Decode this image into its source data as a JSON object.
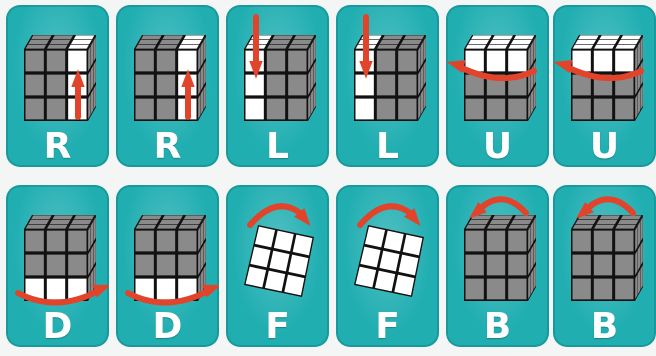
{
  "colors": {
    "card": "#20aeb1",
    "cube_face": "#8a8a8a",
    "white_face": "#ffffff",
    "edge": "#111111",
    "arrow": "#e1442a",
    "letter": "#ffffff"
  },
  "moves": [
    {
      "letter": "R",
      "cube": "side-right-up-arrow"
    },
    {
      "letter": "R",
      "cube": "side-right-up-arrow"
    },
    {
      "letter": "L",
      "cube": "side-left-down-arrow"
    },
    {
      "letter": "L",
      "cube": "side-left-down-arrow"
    },
    {
      "letter": "U",
      "cube": "top-layer-left-arrow"
    },
    {
      "letter": "U",
      "cube": "top-layer-left-arrow"
    },
    {
      "letter": "D",
      "cube": "bottom-layer-right-arrow"
    },
    {
      "letter": "D",
      "cube": "bottom-layer-right-arrow"
    },
    {
      "letter": "F",
      "cube": "front-face-clockwise-arrow"
    },
    {
      "letter": "F",
      "cube": "front-face-clockwise-arrow"
    },
    {
      "letter": "B",
      "cube": "back-face-counterclockwise-arrow"
    },
    {
      "letter": "B",
      "cube": "back-face-counterclockwise-arrow"
    }
  ]
}
